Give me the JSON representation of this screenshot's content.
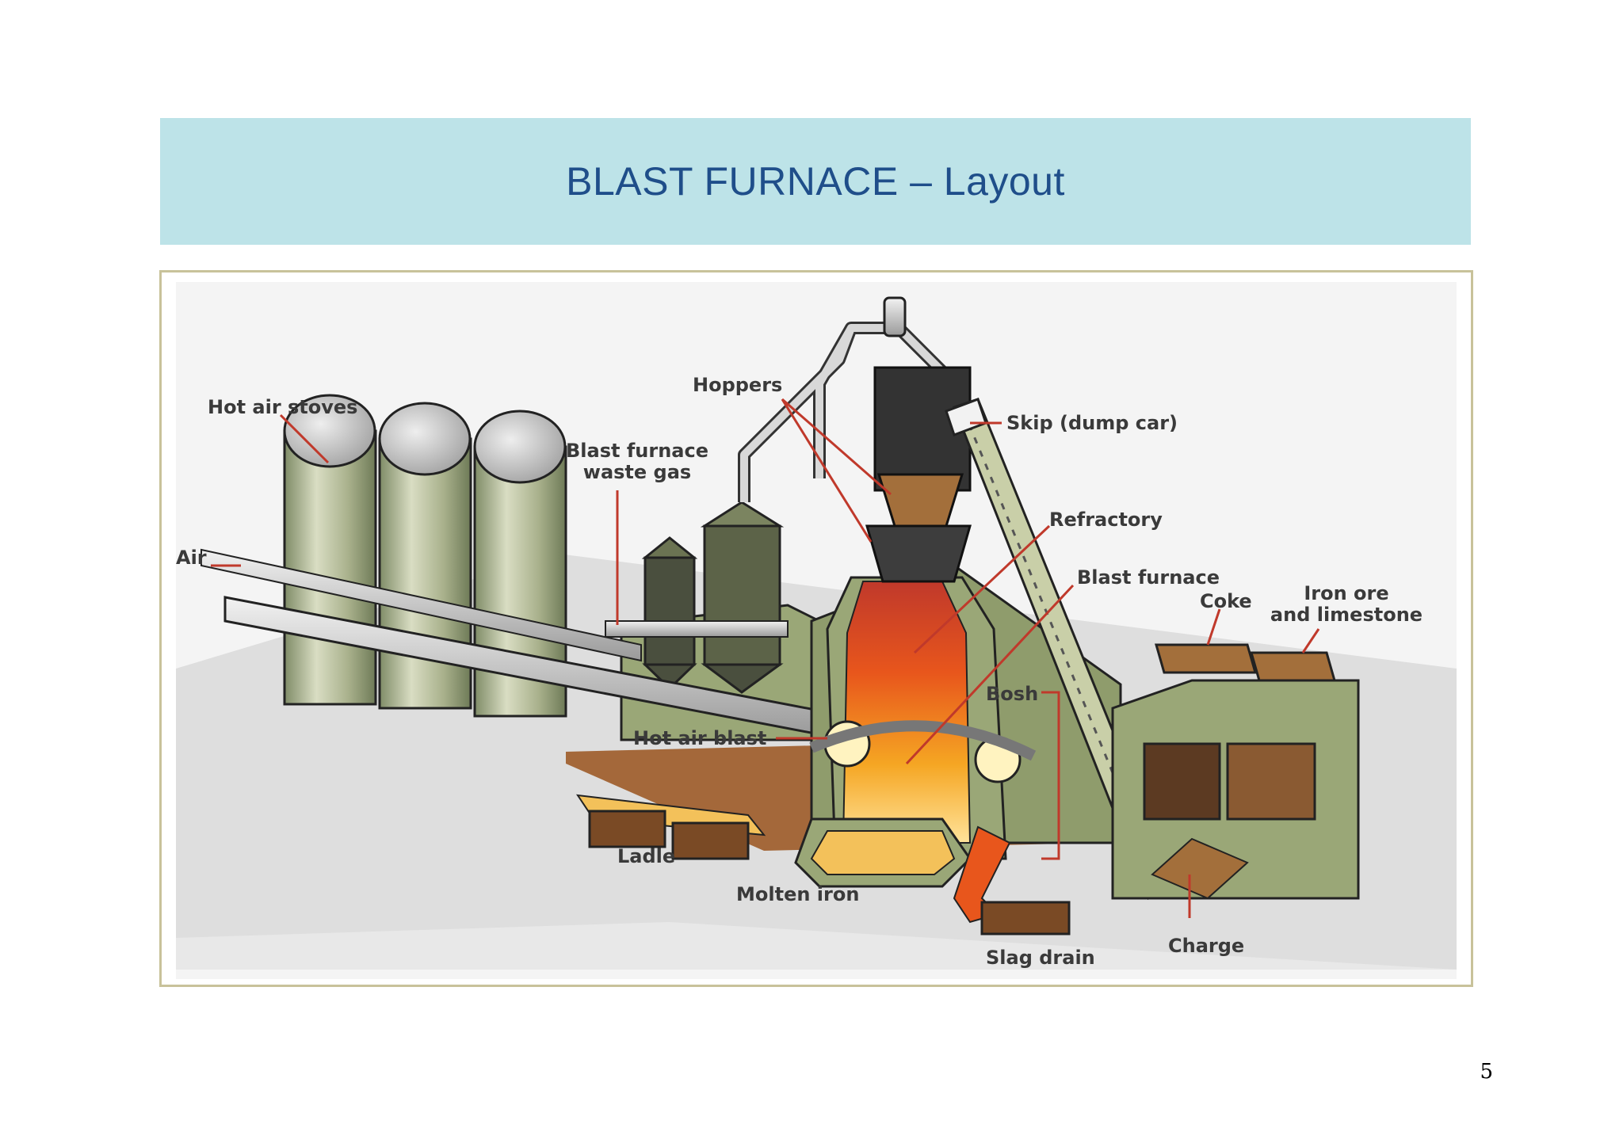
{
  "slide": {
    "title": "BLAST FURNACE – Layout",
    "page_number": "5"
  },
  "diagram": {
    "labels": {
      "hot_air_stoves": "Hot air stoves",
      "air": "Air",
      "waste_gas_line1": "Blast furnace",
      "waste_gas_line2": "waste gas",
      "hoppers": "Hoppers",
      "skip": "Skip (dump car)",
      "refractory": "Refractory",
      "blast_furnace": "Blast furnace",
      "coke": "Coke",
      "iron_ore_line1": "Iron ore",
      "iron_ore_line2": "and limestone",
      "bosh": "Bosh",
      "hot_air_blast": "Hot air blast",
      "ladle": "Ladle",
      "molten_iron": "Molten iron",
      "slag_drain": "Slag drain",
      "charge": "Charge"
    },
    "colors": {
      "title_band": "#bde3e8",
      "title_text": "#1f4e8a",
      "frame_border": "#c8c29a",
      "structure_green": "#9aa777",
      "leader_line": "#c0392b",
      "molten": "#f39c12"
    }
  }
}
